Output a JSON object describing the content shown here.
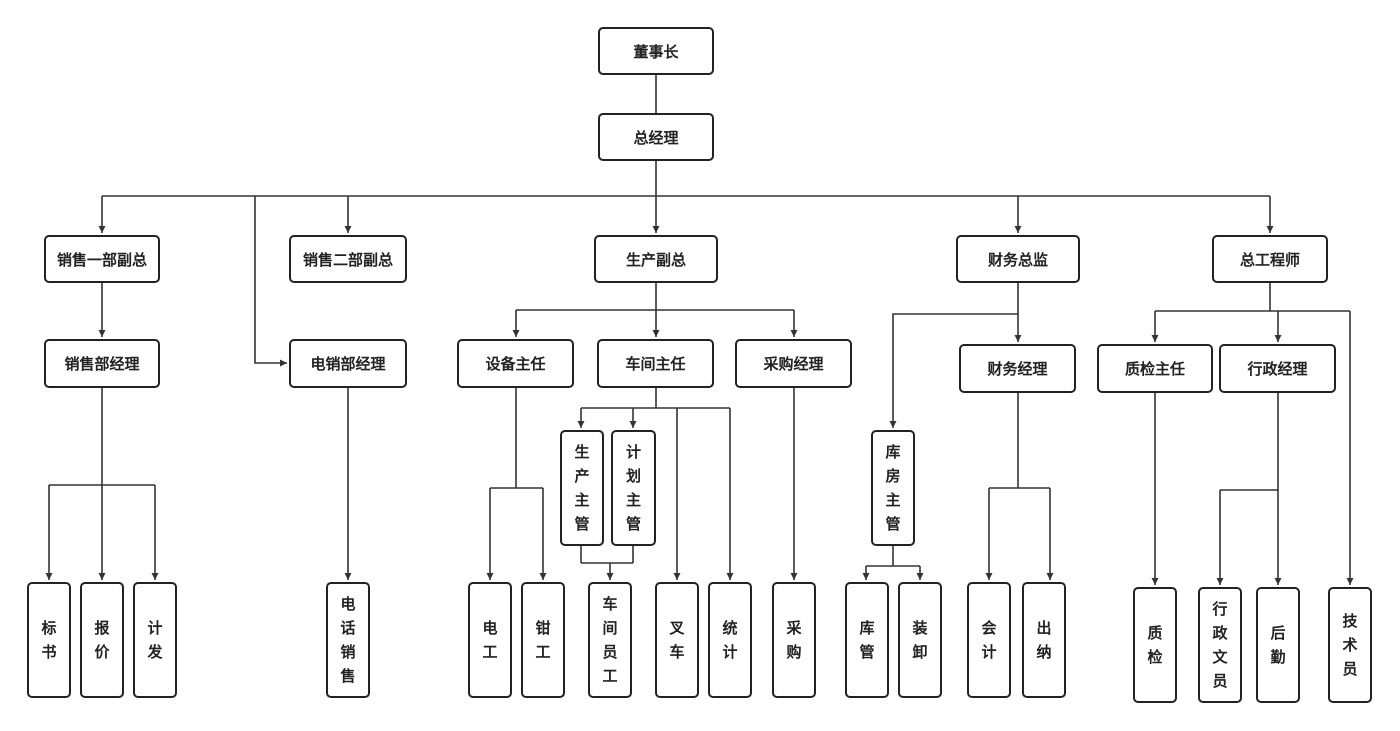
{
  "org_chart": {
    "chairman": "董事长",
    "general_manager": "总经理",
    "sales1_vp": "销售一部副总",
    "sales2_vp": "销售二部副总",
    "production_vp": "生产副总",
    "finance_director": "财务总监",
    "chief_engineer": "总工程师",
    "sales_manager": "销售部经理",
    "telesales_manager": "电销部经理",
    "equipment_head": "设备主任",
    "workshop_head": "车间主任",
    "purchasing_manager": "采购经理",
    "finance_manager": "财务经理",
    "qc_head": "质检主任",
    "admin_manager": "行政经理",
    "production_supervisor": "生产主管",
    "planning_supervisor": "计划主管",
    "warehouse_supervisor": "库房主管",
    "bidding": "标书",
    "quotation": "报价",
    "planning_dispatch": "计发",
    "telemarketing": "电话销售",
    "electrician": "电工",
    "fitter": "钳工",
    "workshop_staff": "车间员工",
    "forklift": "叉车",
    "statistics": "统计",
    "procurement": "采购",
    "warehouse_keeper": "库管",
    "loading_unloading": "装卸",
    "accountant": "会计",
    "cashier": "出纳",
    "quality_inspection": "质检",
    "admin_clerk": "行政文员",
    "logistics": "后勤",
    "technician": "技术员"
  }
}
